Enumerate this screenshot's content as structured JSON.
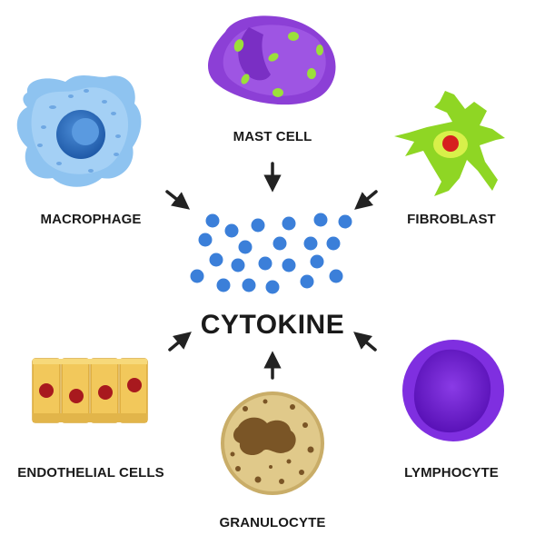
{
  "diagram": {
    "center_label": "CYTOKINE",
    "cells": {
      "mast_cell": "MAST CELL",
      "macrophage": "MACROPHAGE",
      "fibroblast": "FIBROBLAST",
      "endothelial": "ENDOTHELIAL CELLS",
      "granulocyte": "GRANULOCYTE",
      "lymphocyte": "LYMPHOCYTE"
    }
  },
  "colors": {
    "cytokine_blue": "#3b7fd9",
    "mast_cell_purple": "#8c3fd6",
    "mast_granule_green": "#9be03a",
    "macrophage_blue": "#8ec3f0",
    "macrophage_nucleus": "#2f6fc2",
    "fibroblast_green": "#8fd624",
    "fibroblast_nucleus": "#d61f1f",
    "endothelial_yellow": "#f2c85b",
    "endothelial_nucleus": "#a8191e",
    "granulocyte_tan": "#e0c98a",
    "granulocyte_brown": "#7a5526",
    "lymphocyte_purple": "#7f2fe0",
    "arrow_dark": "#222222"
  }
}
